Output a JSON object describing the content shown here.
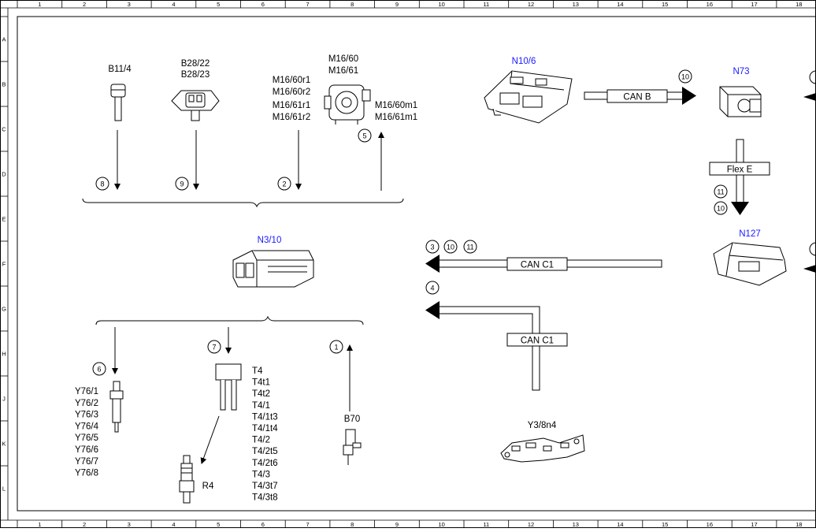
{
  "grid": {
    "columns": [
      "1",
      "2",
      "3",
      "4",
      "5",
      "6",
      "7",
      "8",
      "9",
      "10",
      "11",
      "12",
      "13",
      "14",
      "15",
      "16",
      "17",
      "18"
    ],
    "rows": [
      "A",
      "B",
      "C",
      "D",
      "E",
      "F",
      "G",
      "H",
      "J",
      "K",
      "L"
    ]
  },
  "components": {
    "b11_4": "B11/4",
    "b28_22": "B28/22",
    "b28_23": "B28/23",
    "m16_60": "M16/60",
    "m16_61": "M16/61",
    "m16_60r1": "M16/60r1",
    "m16_60r2": "M16/60r2",
    "m16_61r1": "M16/61r1",
    "m16_61r2": "M16/61r2",
    "m16_60m1": "M16/60m1",
    "m16_61m1": "M16/61m1",
    "n10_6": "N10/6",
    "n73": "N73",
    "n3_10": "N3/10",
    "n127": "N127",
    "y3_8n4": "Y3/8n4",
    "b70": "B70",
    "r4": "R4",
    "y76_list": [
      "Y76/1",
      "Y76/2",
      "Y76/3",
      "Y76/4",
      "Y76/5",
      "Y76/6",
      "Y76/7",
      "Y76/8"
    ],
    "t4_list": [
      "T4",
      "T4t1",
      "T4t2",
      "T4/1",
      "T4/1t3",
      "T4/1t4",
      "T4/2",
      "T4/2t5",
      "T4/2t6",
      "T4/3",
      "T4/3t7",
      "T4/3t8"
    ]
  },
  "buses": {
    "can_b": "CAN B",
    "flex_e": "Flex E",
    "can_c1_upper": "CAN C1",
    "can_c1_lower": "CAN C1"
  },
  "signals": {
    "s8": "8",
    "s9": "9",
    "s2": "2",
    "s5": "5",
    "s10_canb": "10",
    "s11_flex": "11",
    "s10_flex": "10",
    "s3": "3",
    "s10_can": "10",
    "s11_can": "11",
    "s4": "4",
    "s6": "6",
    "s7": "7",
    "s1": "1"
  },
  "colors": {
    "line": "#000000",
    "component_label": "#1a1aff"
  }
}
